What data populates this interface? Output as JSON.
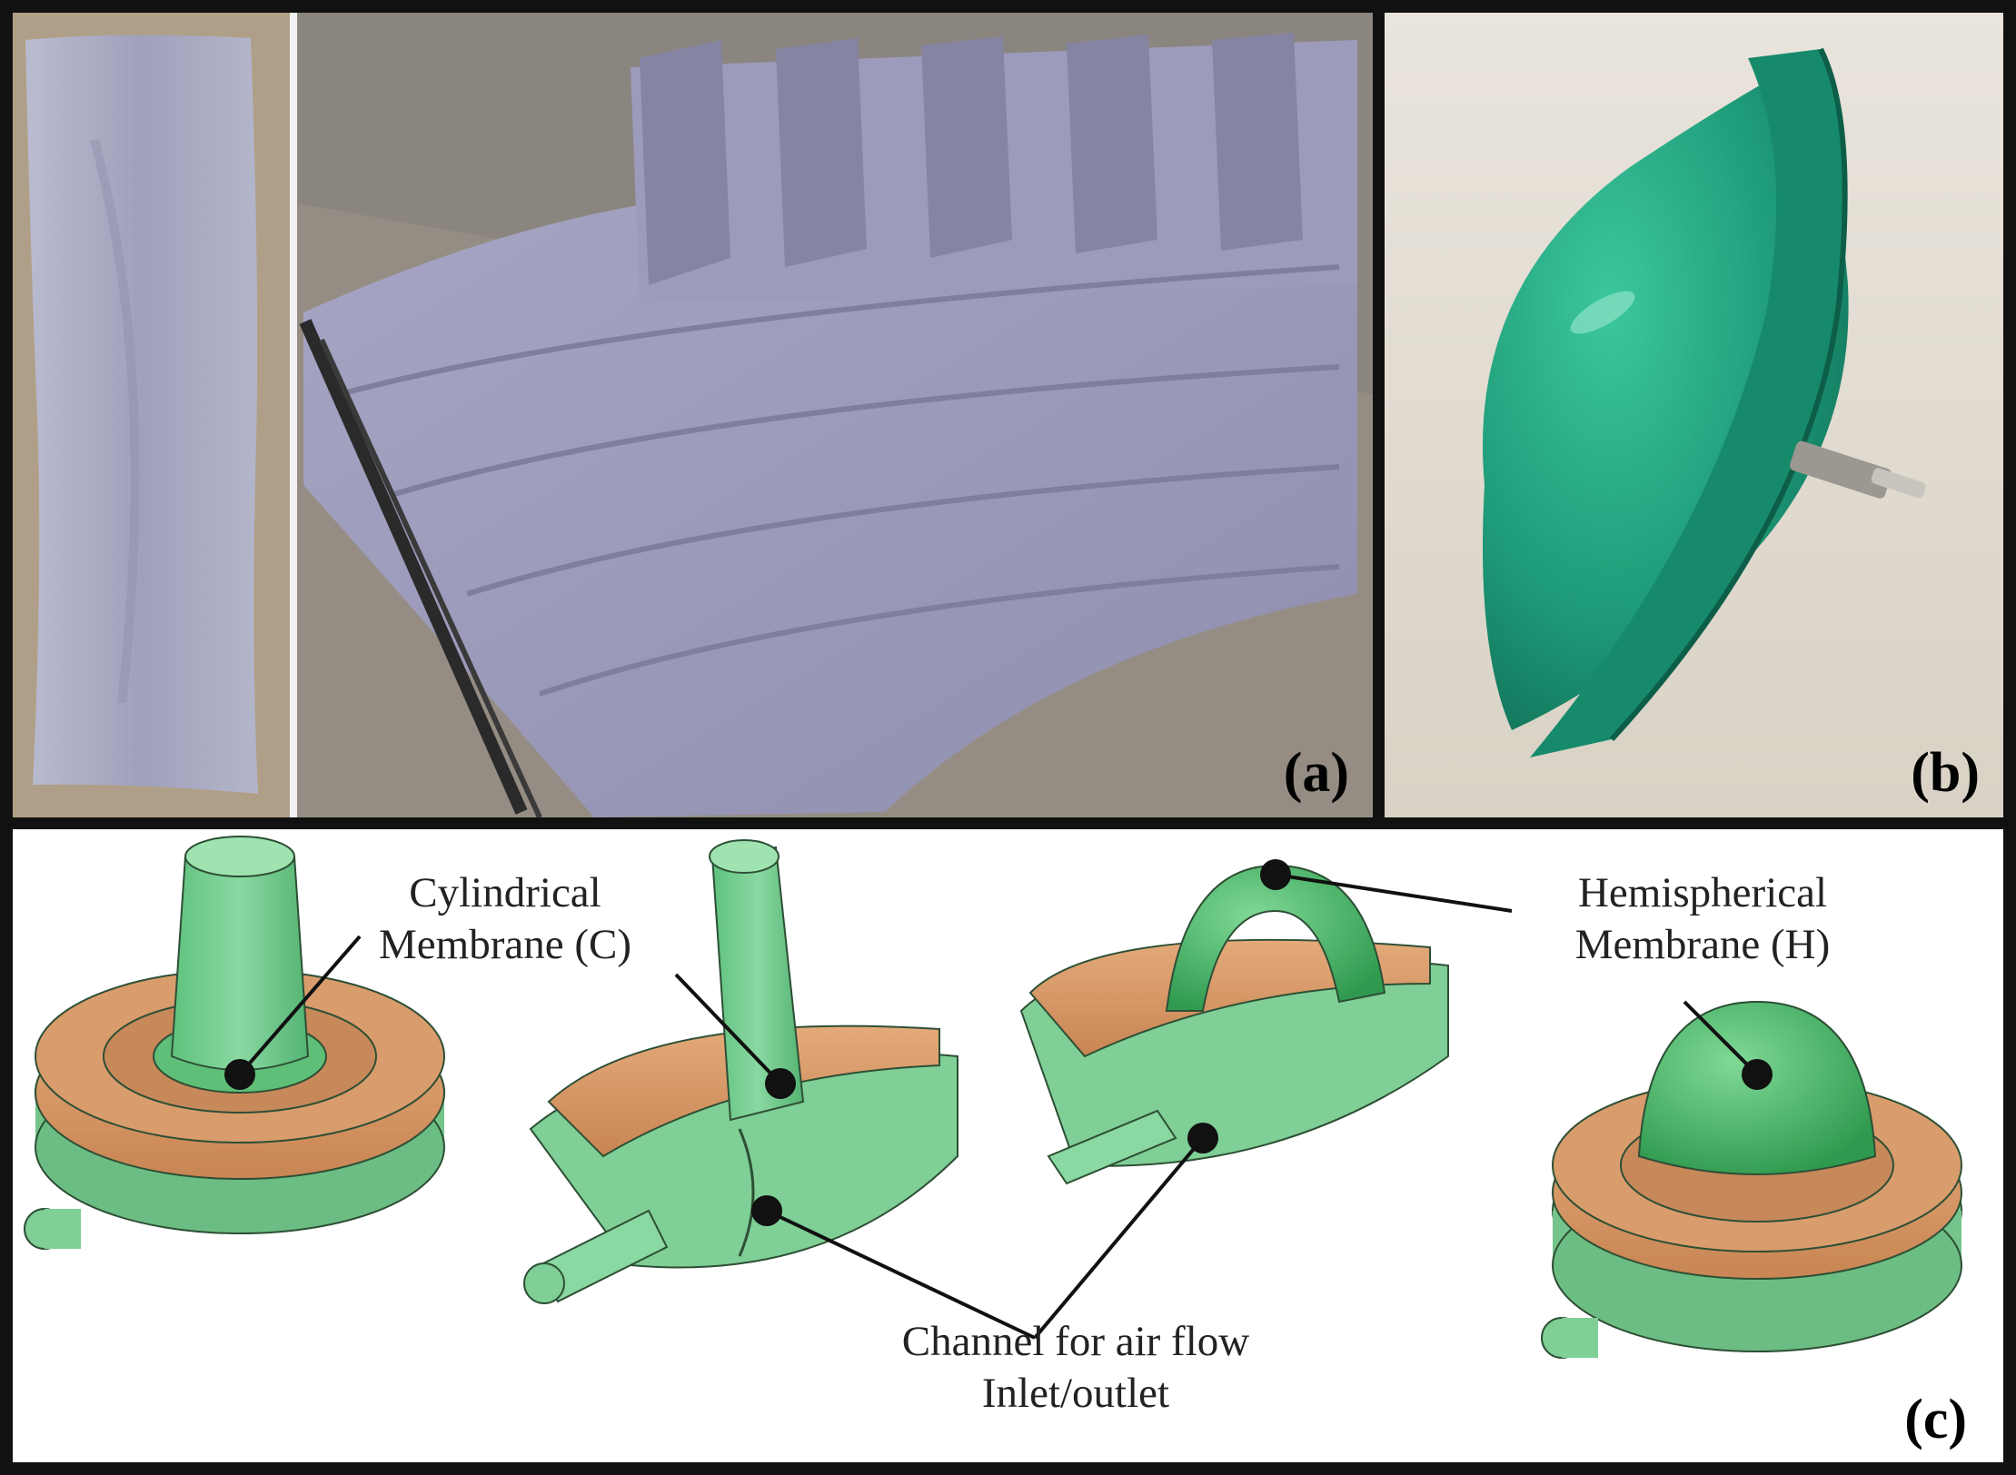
{
  "figure": {
    "panel_labels": {
      "a": "(a)",
      "b": "(b)",
      "c": "(c)"
    },
    "callouts": {
      "cylindrical": {
        "line1": "Cylindrical",
        "line2": "Membrane (C)"
      },
      "hemispherical": {
        "line1": "Hemispherical",
        "line2": "Membrane (H)"
      },
      "channel": {
        "line1": "Channel for air flow",
        "line2": "Inlet/outlet"
      }
    },
    "colors": {
      "fabric": "#a9a9c4",
      "rubber_green": "#1e9a78",
      "cad_green": "#7fd49a",
      "cad_copper": "#d89a6a",
      "backdrop": "#9c948a"
    }
  }
}
